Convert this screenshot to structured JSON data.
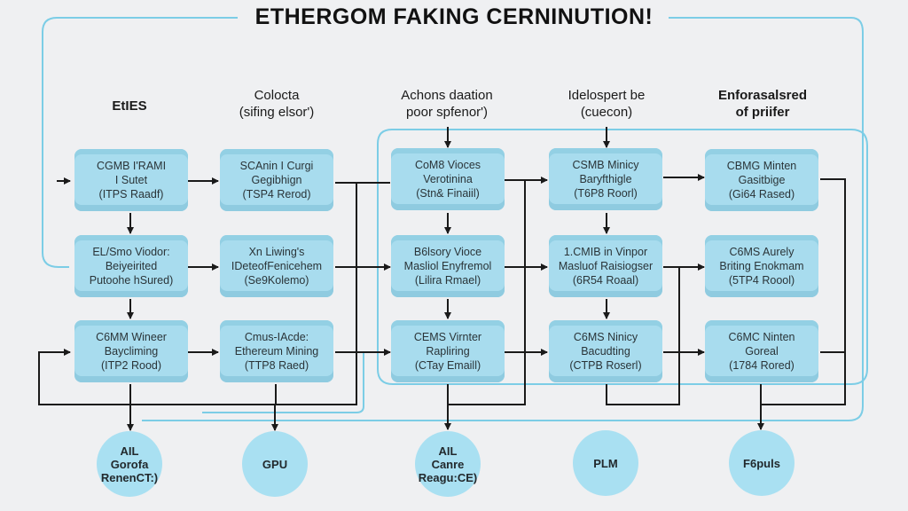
{
  "diagram": {
    "title": "ETHERGOM FAKING CERNINUTION!",
    "columns": [
      {
        "id": "c1",
        "heading": [
          "EtIES"
        ]
      },
      {
        "id": "c2",
        "heading": [
          "Colocta",
          "(sifing elsor')"
        ]
      },
      {
        "id": "c3",
        "heading": [
          "Achons daation",
          "poor spfenor')"
        ]
      },
      {
        "id": "c4",
        "heading": [
          "Idelospert be",
          "(cuecon)"
        ]
      },
      {
        "id": "c5",
        "heading": [
          "Enforasalsred",
          "of priifer"
        ]
      }
    ],
    "nodes": [
      {
        "id": "n11",
        "lines": [
          "CGMB I'RAMI",
          "I Sutet",
          "(ITPS Raadf)"
        ]
      },
      {
        "id": "n12",
        "lines": [
          "SCAnin I Curgi",
          "Gegibhign",
          "(TSP4 Rerod)"
        ]
      },
      {
        "id": "n13",
        "lines": [
          "CoM8 Vioces",
          "Verotinina",
          "(Stn& Finaiil)"
        ]
      },
      {
        "id": "n14",
        "lines": [
          "CSMB Minicy",
          "Baryfthigle",
          "(T6P8 Roorl)"
        ]
      },
      {
        "id": "n15",
        "lines": [
          "CBMG Minten",
          "Gasitbige",
          "(Gi64 Rased)"
        ]
      },
      {
        "id": "n21",
        "lines": [
          "EL/Smo Viodor:",
          "Beiyeirited",
          "Putoohe hSured)"
        ]
      },
      {
        "id": "n22",
        "lines": [
          "Xn Liwing's",
          "IDeteofFenicehem",
          "(Se9Kolemo)"
        ]
      },
      {
        "id": "n23",
        "lines": [
          "B6lsory Vioce",
          "Masliol Enyfremol",
          "(Lilira Rmael)"
        ]
      },
      {
        "id": "n24",
        "lines": [
          "1.CMIB in Vinpor",
          "Masluof Raisiogser",
          "(6R54 Roaal)"
        ]
      },
      {
        "id": "n25",
        "lines": [
          "C6MS Aurely",
          "Briting Enokmam",
          "(5TP4 Roool)"
        ]
      },
      {
        "id": "n31",
        "lines": [
          "C6MM Wineer",
          "Baycliming",
          "(ITP2 Rood)"
        ]
      },
      {
        "id": "n32",
        "lines": [
          "Cmus-IAcde:",
          "Ethereum Mining",
          "(TTP8 Raed)"
        ]
      },
      {
        "id": "n33",
        "lines": [
          "CEMS Virnter",
          "Rapliring",
          "(CTay Emaill)"
        ]
      },
      {
        "id": "n34",
        "lines": [
          "C6MS Ninicy",
          "Bacudting",
          "(CTPB Roserl)"
        ]
      },
      {
        "id": "n35",
        "lines": [
          "C6MC Ninten",
          "Goreal",
          "(1784 Rored)"
        ]
      }
    ],
    "outputs": [
      {
        "id": "o1",
        "lines": [
          "AIL",
          "Gorofa",
          "RenenCT:)"
        ]
      },
      {
        "id": "o2",
        "lines": [
          "GPU"
        ]
      },
      {
        "id": "o3",
        "lines": [
          "AIL",
          "Canre",
          "Reagu:CE)"
        ]
      },
      {
        "id": "o4",
        "lines": [
          "PLM"
        ]
      },
      {
        "id": "o5",
        "lines": [
          "F6puls"
        ]
      }
    ],
    "colors": {
      "background": "#eff0f2",
      "node_fill": "#a8dcee",
      "circle_fill": "#a9e0f2",
      "connector": "#1a1a1a",
      "frame": "#7ccde6"
    }
  }
}
